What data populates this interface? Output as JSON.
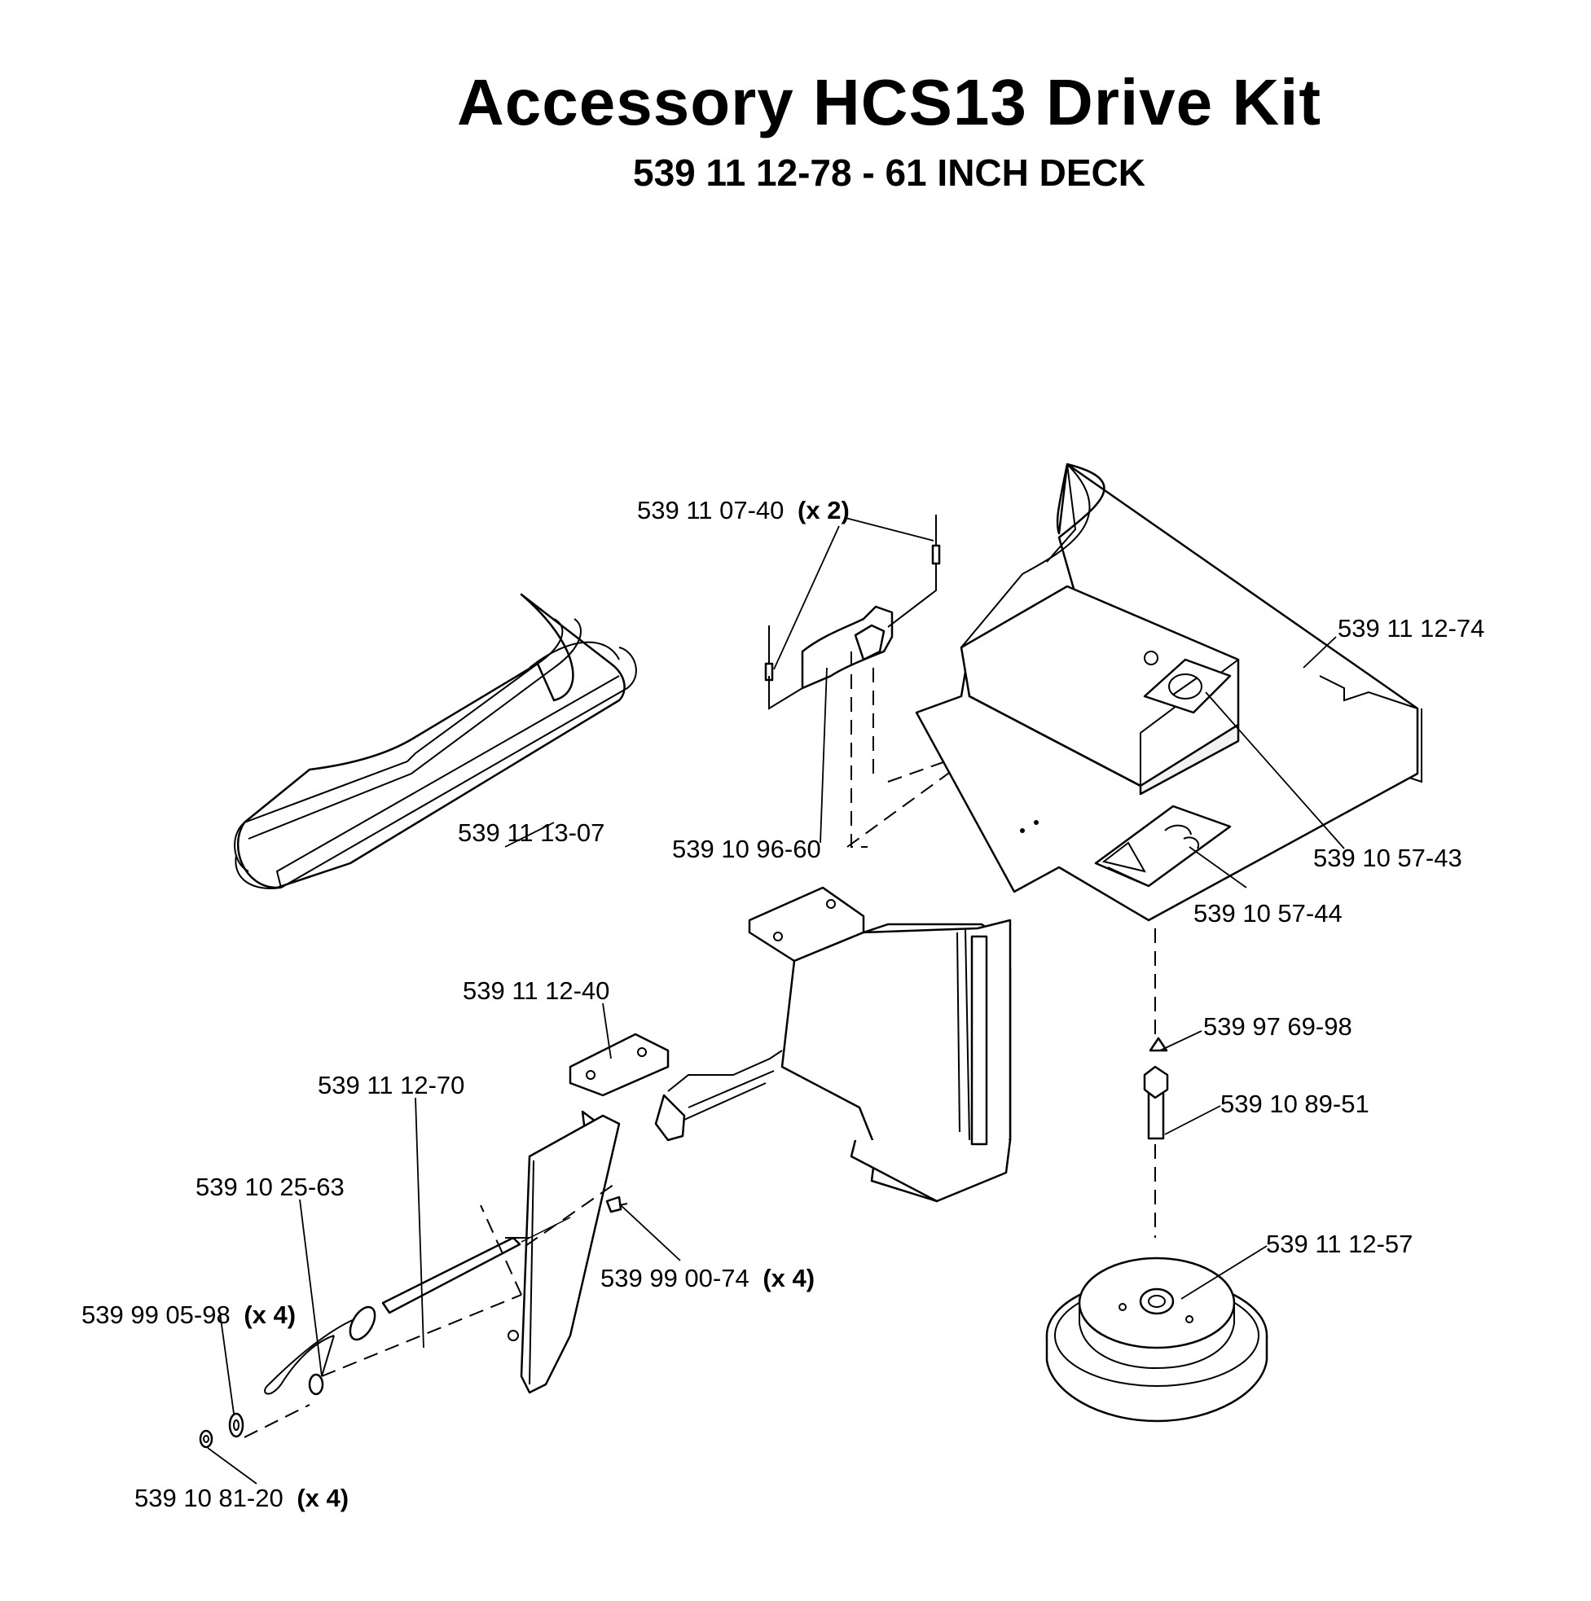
{
  "title": "Accessory HCS13 Drive Kit",
  "subtitle": "539 11 12-78 - 61 INCH DECK",
  "parts": {
    "clip_pin": "539 11 07-40",
    "clip_pin_qty": "(x 2)",
    "bracket_cover": "539 11 12-74",
    "belt": "539 11 13-07",
    "latch": "539 10 96-60",
    "decal_a": "539 10 57-43",
    "decal_b": "539 10 57-44",
    "mount_bracket": "539 11 12-40",
    "rod": "539 11 12-70",
    "lanyard": "539 10 25-63",
    "washer": "539 99 05-98",
    "washer_qty": "(x 4)",
    "bolt": "539 99 00-74",
    "bolt_qty": "(x 4)",
    "nut": "539 10 81-20",
    "nut_qty": "(x 4)",
    "grease_fitting": "539 97 69-98",
    "pulley_bolt": "539 10 89-51",
    "pulley": "539 11 12-57"
  }
}
